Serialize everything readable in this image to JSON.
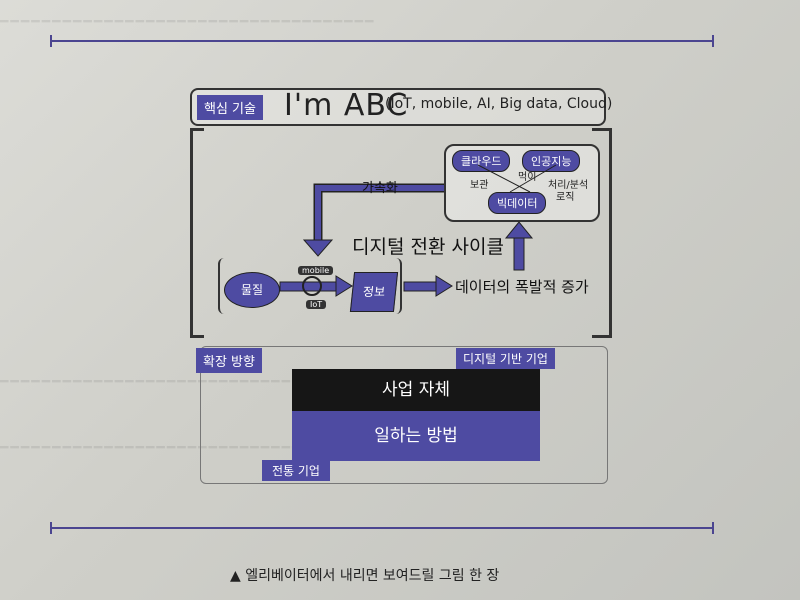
{
  "header": {
    "tag": "핵심 기술",
    "brand": "I'm ABC",
    "brand_sub": "(IoT, mobile, AI, Big data, Cloud)"
  },
  "diagram": {
    "cloud": "클라우드",
    "ai": "인공지능",
    "bigdata": "빅데이터",
    "storage": "보관",
    "feed": "먹이",
    "process": "처리/분석",
    "logic": "로직",
    "accelerate": "가속화",
    "cycle": "디지털 전환 사이클",
    "matter": "물질",
    "mobile": "mobile",
    "iot": "IoT",
    "info": "정보",
    "explosion": "데이터의 폭발적 증가"
  },
  "expansion": {
    "tag": "확장 방향",
    "digital_native": "디지털 기반 기업",
    "business_itself": "사업 자체",
    "way_of_working": "일하는 방법",
    "traditional": "전통 기업"
  },
  "caption": "▲ 엘리베이터에서 내리면 보여드릴 그림 한 장",
  "colors": {
    "accent": "#4e4ba2",
    "dark": "#161616",
    "rule": "#4b4590"
  }
}
